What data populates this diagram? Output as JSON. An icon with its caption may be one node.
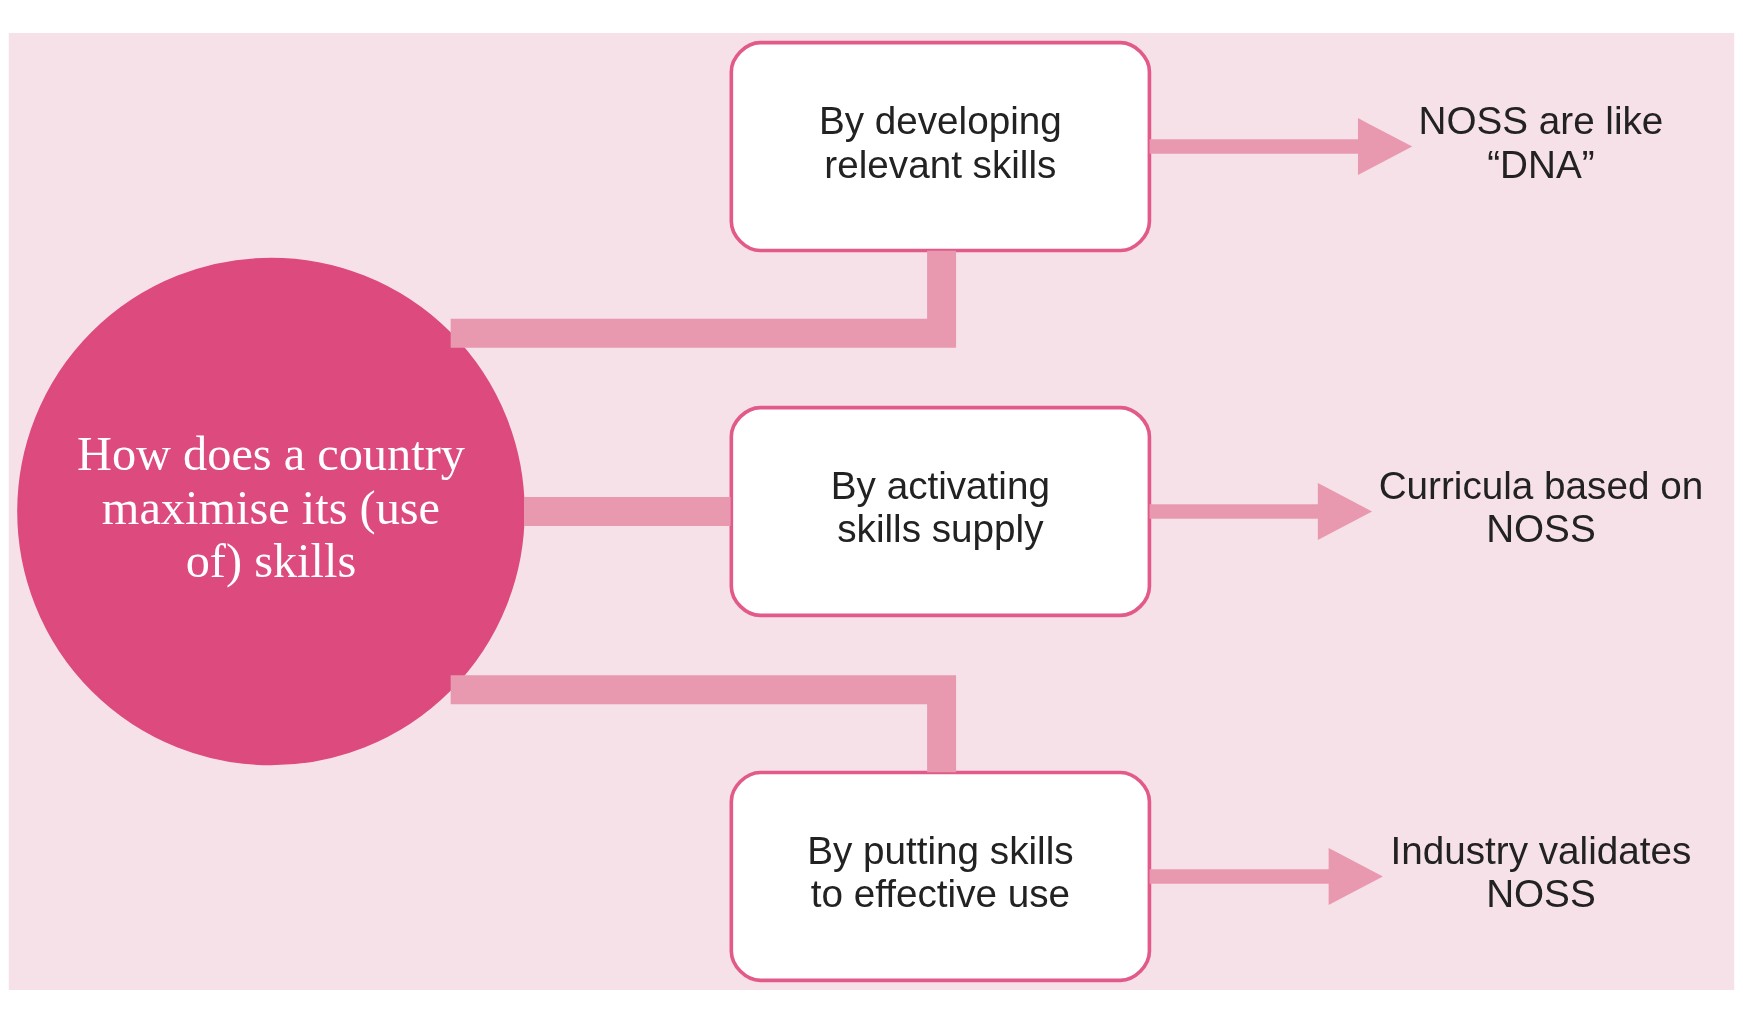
{
  "diagram": {
    "nodes": [
      {
        "text": [
          "How does a country maximise its (use of) skills"
        ]
      },
      {
        "text": [
          "By developing relevant skills"
        ]
      },
      {
        "text": [
          "By activating skills supply"
        ]
      },
      {
        "text": [
          "By putting skills to effective use"
        ]
      },
      {
        "text": [
          "NOSS are like “DNA”"
        ]
      },
      {
        "text": [
          "Curricula based on NOSS"
        ]
      },
      {
        "text": [
          "Industry validates NOSS"
        ]
      }
    ],
    "edges": [
      {
        "from": 0,
        "to": 1,
        "arrow": "none",
        "style": "thick"
      },
      {
        "from": 0,
        "to": 2,
        "arrow": "none",
        "style": "thick"
      },
      {
        "from": 0,
        "to": 3,
        "arrow": "none",
        "style": "thick"
      },
      {
        "from": 1,
        "to": 4,
        "arrow": "to"
      },
      {
        "from": 2,
        "to": 5,
        "arrow": "to"
      },
      {
        "from": 3,
        "to": 6,
        "arrow": "to"
      }
    ]
  }
}
